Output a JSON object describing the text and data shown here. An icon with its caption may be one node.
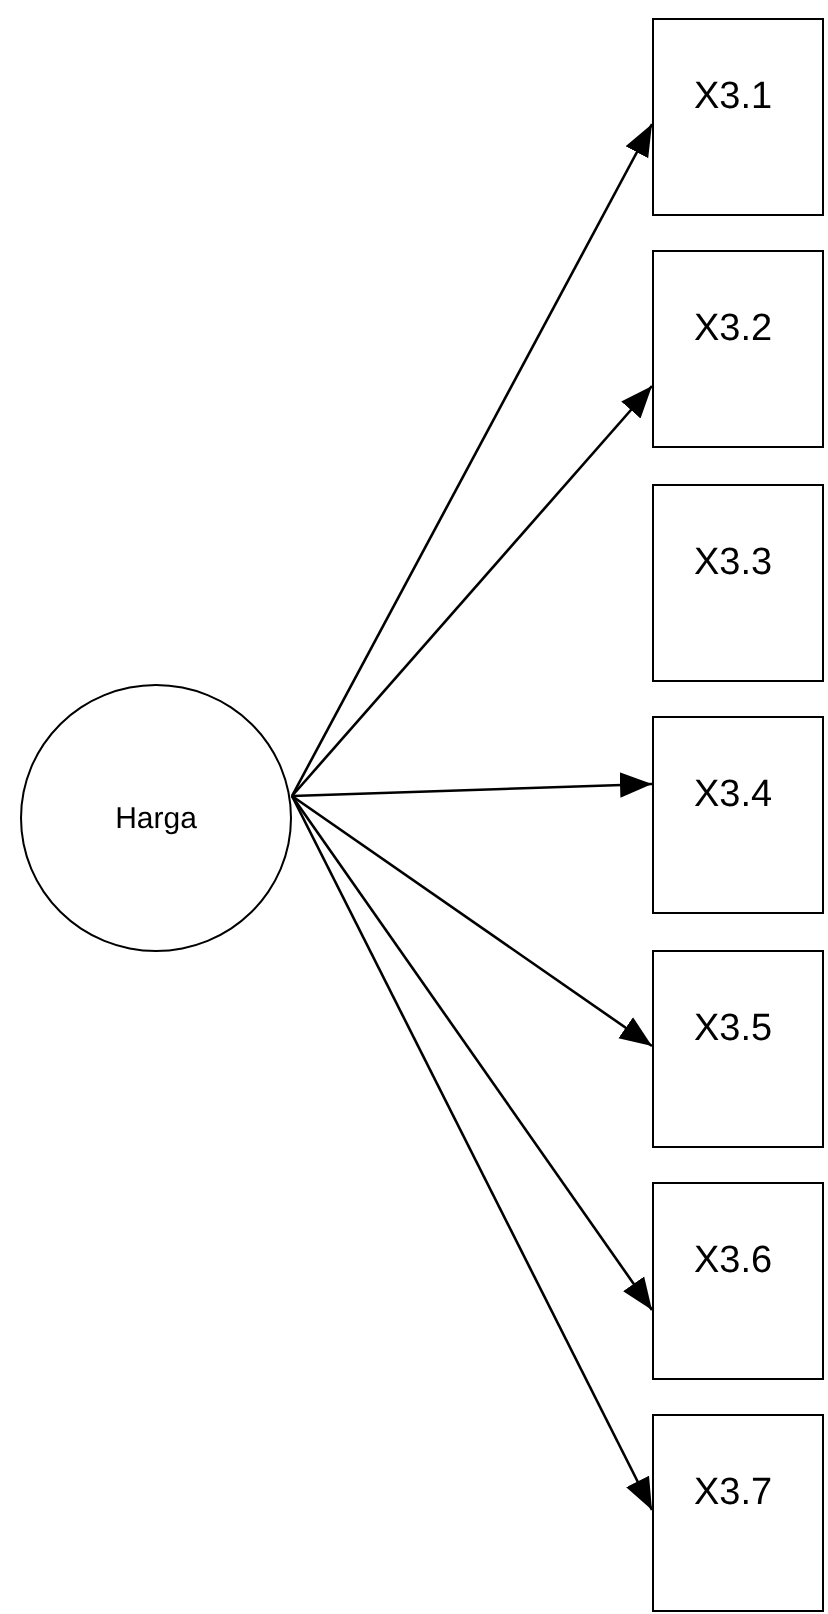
{
  "diagram": {
    "nodes": [
      {
        "text": [
          "Harga"
        ]
      },
      {
        "text": [
          "X3.1"
        ]
      },
      {
        "text": [
          "X3.2"
        ]
      },
      {
        "text": [
          "X3.3"
        ]
      },
      {
        "text": [
          "X3.4"
        ]
      },
      {
        "text": [
          "X3.5"
        ]
      },
      {
        "text": [
          "X3.6"
        ]
      },
      {
        "text": [
          "X3.7"
        ]
      }
    ],
    "edges": [
      {
        "from": 0,
        "to": 1,
        "arrow": "to"
      },
      {
        "from": 0,
        "to": 2,
        "arrow": "to"
      },
      {
        "from": 0,
        "to": 4,
        "arrow": "to"
      },
      {
        "from": 0,
        "to": 5,
        "arrow": "to"
      },
      {
        "from": 0,
        "to": 6,
        "arrow": "to"
      },
      {
        "from": 0,
        "to": 7,
        "arrow": "to"
      }
    ]
  }
}
